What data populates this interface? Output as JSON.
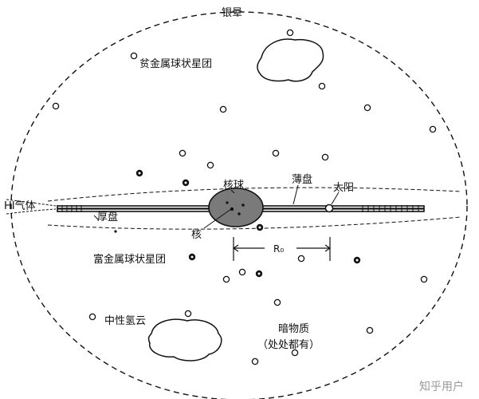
{
  "labels": {
    "halo": "银晕",
    "metal_poor_gc": "贫金属球状星团",
    "hi_gas": "HI气体",
    "thick_disk": "厚盘",
    "bulge": "核球",
    "thin_disk": "薄盘",
    "sun": "太阳",
    "nucleus": "核",
    "metal_rich_gc": "富金属球状星团",
    "r0": "R₀",
    "neutral_h_cloud": "中性氢云",
    "dark_matter_1": "暗物质",
    "dark_matter_2": "（处处都有）"
  },
  "watermark": {
    "text": "知乎用户"
  },
  "colors": {
    "ink": "#111111",
    "bulge_fill": "#7a7a7a",
    "watermark": "#9a9a9a"
  }
}
